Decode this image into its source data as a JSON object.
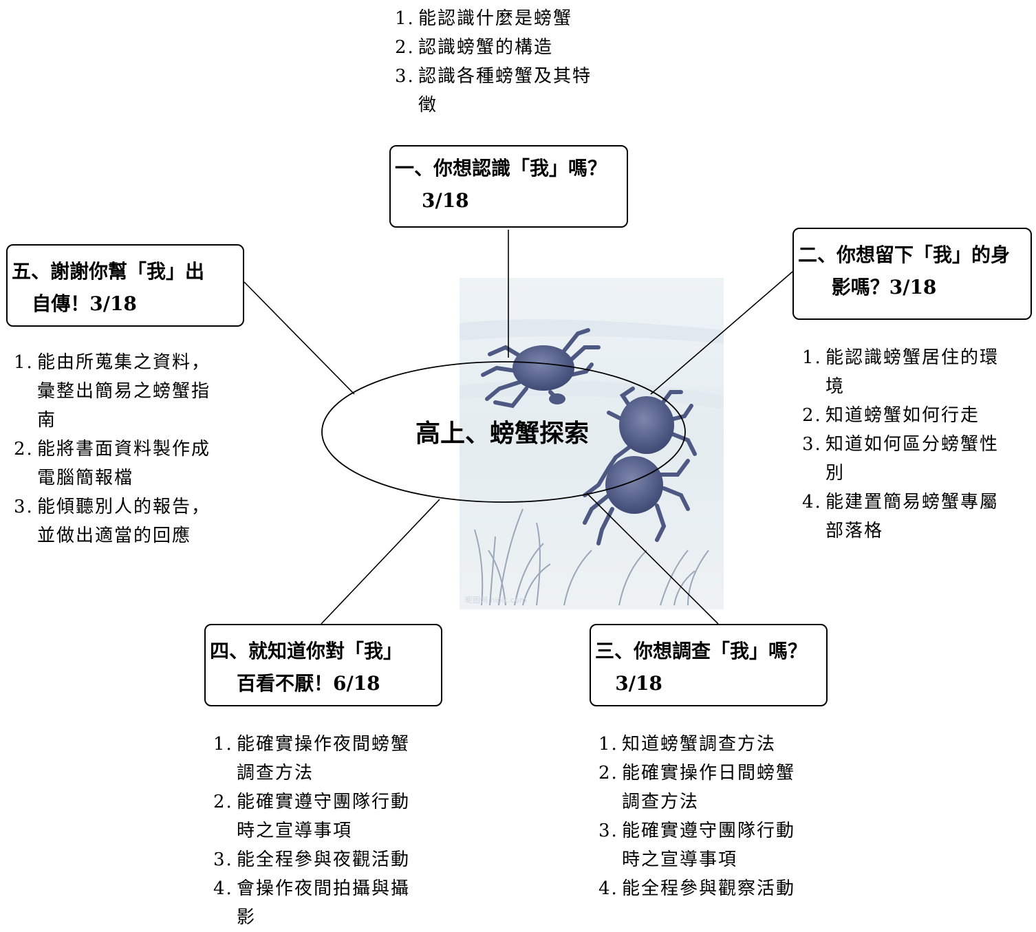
{
  "center": {
    "title": "高上、螃蟹探索",
    "watermark": "昵图网 nipic.com"
  },
  "colors": {
    "line": "#000000",
    "paper": "#e8eff3",
    "crab": "#5d6891",
    "grass": "#7e8fa6"
  },
  "nodes": [
    {
      "id": "one",
      "title_lines": [
        "一、你想認識「我」嗎？",
        "    3/18"
      ],
      "items": [
        [
          "1.",
          "能認識什麼是螃蟹"
        ],
        [
          "2.",
          "認識螃蟹的構造"
        ],
        [
          "3.",
          "認識各種螃蟹及其特\n徵"
        ]
      ]
    },
    {
      "id": "two",
      "title_lines": [
        "二、你想留下「我」的身",
        "     影嗎？3/18"
      ],
      "items": [
        [
          "1.",
          "能認識螃蟹居住的環\n境"
        ],
        [
          "2.",
          "知道螃蟹如何行走"
        ],
        [
          "3.",
          "知道如何區分螃蟹性\n別"
        ],
        [
          "4.",
          "能建置簡易螃蟹專屬\n部落格"
        ]
      ]
    },
    {
      "id": "three",
      "title_lines": [
        "三、你想調查「我」嗎？",
        "   3/18"
      ],
      "items": [
        [
          "1.",
          "知道螃蟹調查方法"
        ],
        [
          "2.",
          "能確實操作日間螃蟹\n調查方法"
        ],
        [
          "3.",
          "能確實遵守團隊行動\n時之宣導事項"
        ],
        [
          "4.",
          "能全程參與觀察活動"
        ]
      ]
    },
    {
      "id": "four",
      "title_lines": [
        "四、就知道你對「我」",
        "    百看不厭！6/18"
      ],
      "items": [
        [
          "1.",
          "能確實操作夜間螃蟹\n調查方法"
        ],
        [
          "2.",
          "能確實遵守團隊行動\n時之宣導事項"
        ],
        [
          "3.",
          "能全程參與夜觀活動"
        ],
        [
          "4.",
          "會操作夜間拍攝與攝\n影"
        ]
      ]
    },
    {
      "id": "five",
      "title_lines": [
        "五、謝謝你幫「我」出",
        "   自傳！3/18"
      ],
      "items": [
        [
          "1.",
          "能由所蒐集之資料，\n彙整出簡易之螃蟹指\n南"
        ],
        [
          "2.",
          "能將書面資料製作成\n電腦簡報檔"
        ],
        [
          "3.",
          "能傾聽別人的報告，\n並做出適當的回應"
        ]
      ]
    }
  ]
}
